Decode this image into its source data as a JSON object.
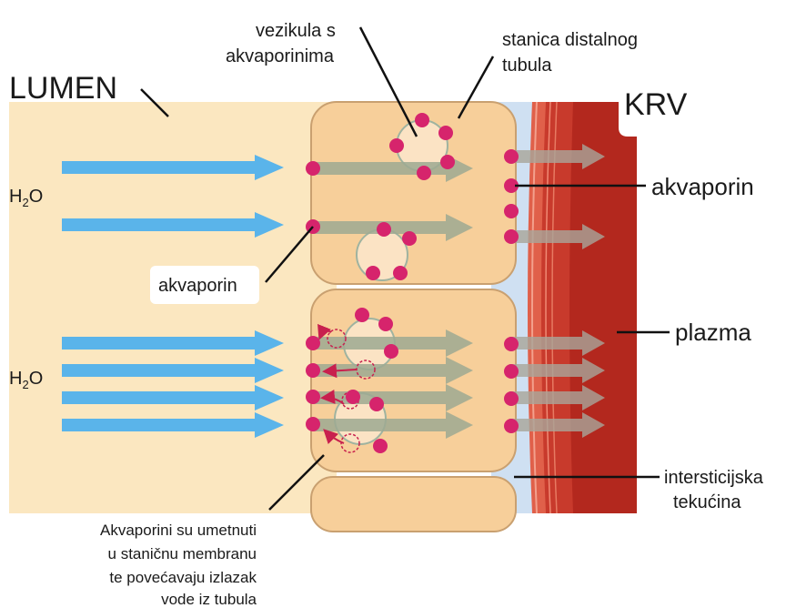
{
  "labels": {
    "lumen": "LUMEN",
    "blood": "KRV",
    "vesicle": [
      "vezikula s",
      "akvaporinima"
    ],
    "cell": [
      "stanica distalnog",
      "tubula"
    ],
    "aquaporin_right": "akvaporin",
    "aquaporin_left": "akvaporin",
    "plasma": "plazma",
    "interstitial": [
      "intersticijska",
      "tekućina"
    ],
    "water_top": {
      "base": "H",
      "sub": "2",
      "tail": "O"
    },
    "water_bottom": {
      "base": "H",
      "sub": "2",
      "tail": "O"
    },
    "caption": [
      "Akvaporini su umetnuti",
      "u staničnu membranu",
      "te povećavaju izlazak",
      "vode iz tubula"
    ]
  },
  "colors": {
    "lumen": "#fbe7c0",
    "cell": "#f7cf9a",
    "cell_edge": "#c9a070",
    "interstitial": "#cfe0f2",
    "vessel_dark": "#b3281e",
    "vessel_light": "#e0604a",
    "aquaporin": "#d6246c",
    "arrow_blue": "#5ab4ea",
    "arrow_grey": "#9eaa92"
  }
}
